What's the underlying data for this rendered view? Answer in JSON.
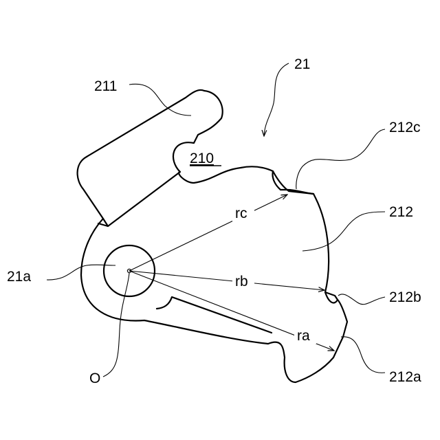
{
  "labels": {
    "assembly": "21",
    "arm": "211",
    "notch": "210",
    "cam_c": "212c",
    "cam": "212",
    "pivot_bore": "21a",
    "cam_b": "212b",
    "cam_a": "212a",
    "center": "O",
    "radius_c": "rc",
    "radius_b": "rb",
    "radius_a": "ra"
  }
}
